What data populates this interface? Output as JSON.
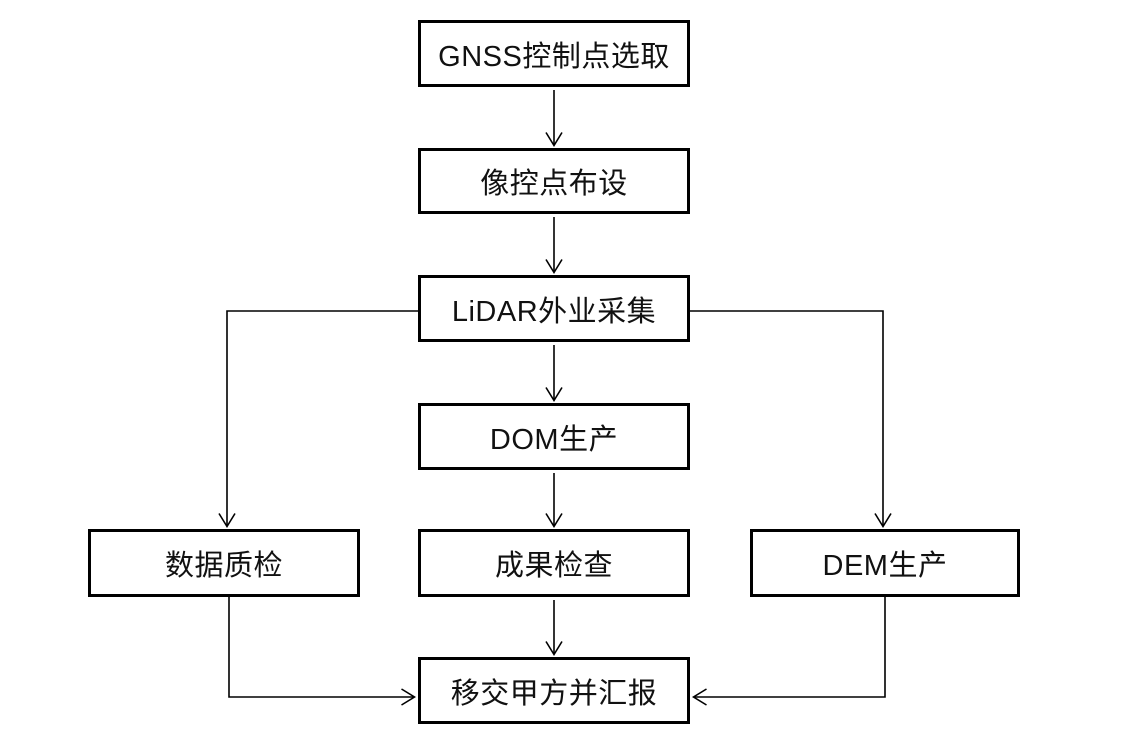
{
  "diagram": {
    "type": "flowchart",
    "nodes": {
      "gnss": {
        "label": "GNSS控制点选取"
      },
      "image_control": {
        "label": "像控点布设"
      },
      "lidar": {
        "label": "LiDAR外业采集"
      },
      "dom": {
        "label": "DOM生产"
      },
      "data_qc": {
        "label": "数据质检"
      },
      "result_check": {
        "label": "成果检查"
      },
      "dem": {
        "label": "DEM生产"
      },
      "handover": {
        "label": "移交甲方并汇报"
      }
    },
    "edges": [
      {
        "from": "gnss",
        "to": "image_control"
      },
      {
        "from": "image_control",
        "to": "lidar"
      },
      {
        "from": "lidar",
        "to": "dom"
      },
      {
        "from": "lidar",
        "to": "data_qc"
      },
      {
        "from": "lidar",
        "to": "dem"
      },
      {
        "from": "dom",
        "to": "result_check"
      },
      {
        "from": "result_check",
        "to": "handover"
      },
      {
        "from": "data_qc",
        "to": "handover"
      },
      {
        "from": "dem",
        "to": "handover"
      }
    ],
    "colors": {
      "background": "#ffffff",
      "box_border": "#000000",
      "text": "#111111",
      "line": "#000000"
    }
  }
}
